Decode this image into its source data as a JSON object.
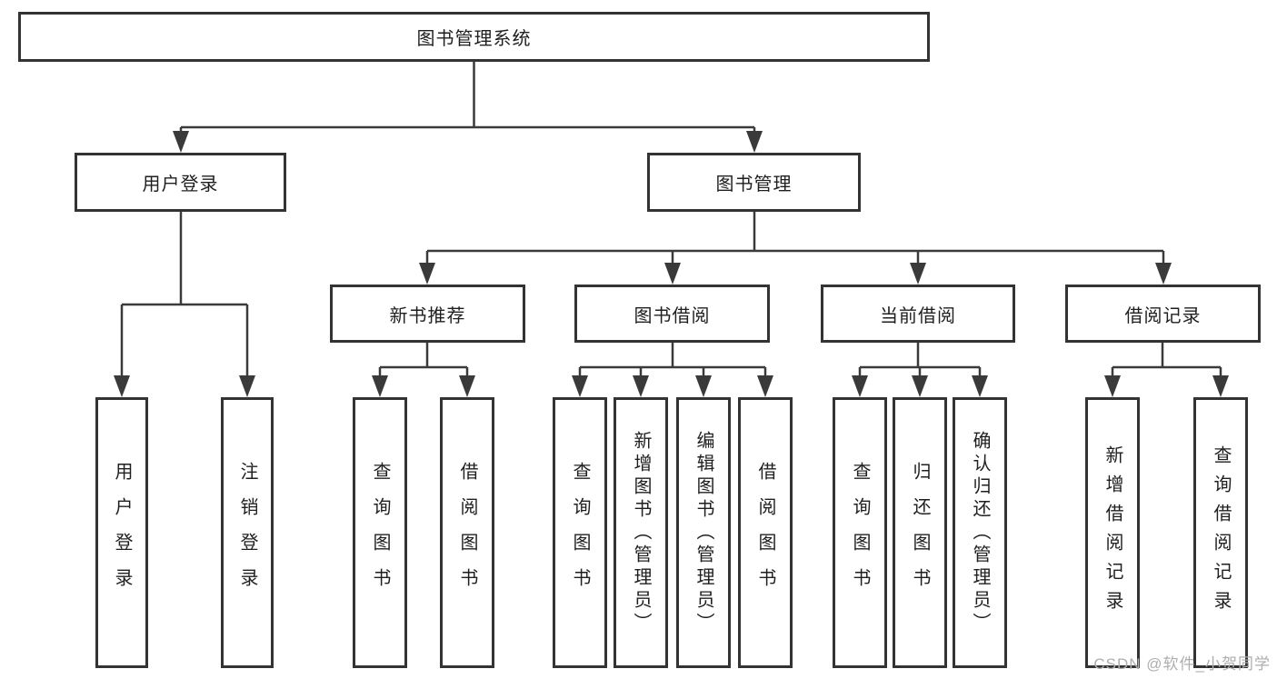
{
  "colors": {
    "line": "#3a3a3a",
    "border": "#333333",
    "text": "#1f1f1f",
    "watermark": "#aeaeae",
    "background": "#ffffff"
  },
  "tree": {
    "root": {
      "label": "图书管理系统",
      "children": [
        {
          "label": "用户登录",
          "children": [
            {
              "label": "用户登录"
            },
            {
              "label": "注销登录"
            }
          ]
        },
        {
          "label": "图书管理",
          "children": [
            {
              "label": "新书推荐",
              "children": [
                {
                  "label": "查询图书"
                },
                {
                  "label": "借阅图书"
                }
              ]
            },
            {
              "label": "图书借阅",
              "children": [
                {
                  "label": "查询图书"
                },
                {
                  "label": "新增图书（管理员）"
                },
                {
                  "label": "编辑图书（管理员）"
                },
                {
                  "label": "借阅图书"
                }
              ]
            },
            {
              "label": "当前借阅",
              "children": [
                {
                  "label": "查询图书"
                },
                {
                  "label": "归还图书"
                },
                {
                  "label": "确认归还（管理员）"
                }
              ]
            },
            {
              "label": "借阅记录",
              "children": [
                {
                  "label": "新增借阅记录"
                },
                {
                  "label": "查询借阅记录"
                }
              ]
            }
          ]
        }
      ]
    }
  },
  "watermark": "CSDN @软件_小贺同学"
}
